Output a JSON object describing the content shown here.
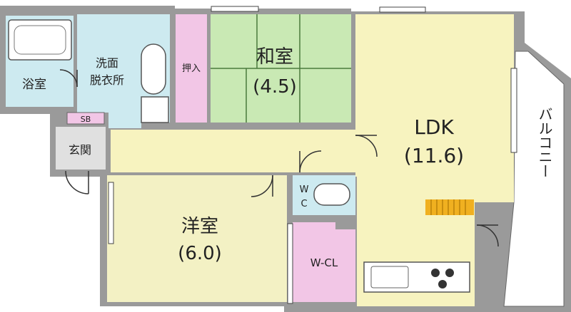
{
  "rooms": {
    "washitsu": {
      "name": "和室",
      "size": "(4.5)"
    },
    "ldk": {
      "name": "LDK",
      "size": "(11.6)"
    },
    "youshitsu": {
      "name": "洋室",
      "size": "(6.0)"
    },
    "bath": {
      "name": "浴室"
    },
    "dressing": {
      "line1": "洗面",
      "line2": "脱衣所"
    },
    "entrance": {
      "name": "玄関"
    },
    "oshiire": {
      "name": "押入"
    },
    "shoebox": {
      "name": "SB"
    },
    "wc": {
      "line1": "W",
      "line2": "C"
    },
    "wcl": {
      "name": "W-CL"
    },
    "balcony": {
      "name": "バルコニー"
    }
  },
  "colors": {
    "wall": "#9a9a9a",
    "ldk": "#f7f3bf",
    "corridor": "#f7f3bf",
    "youshitsu": "#f3f1c4",
    "washitsu": "#c9e9b4",
    "water": "#cdeaf0",
    "storage": "#f2c6e6",
    "entrance": "#e0e0e0",
    "balcony": "#ffffff",
    "kitchen": "#ffffff",
    "stairs": "#f0b020"
  }
}
